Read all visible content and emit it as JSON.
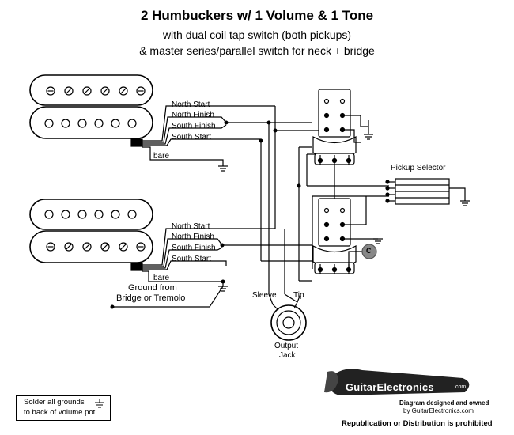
{
  "header": {
    "title": "2 Humbuckers w/ 1 Volume & 1 Tone",
    "subtitle1": "with dual coil tap switch (both pickups)",
    "subtitle2": "& master series/parallel switch for neck + bridge"
  },
  "neck_pickup": {
    "wires": [
      "North Start",
      "North Finish",
      "South Finish",
      "South Start"
    ],
    "bare": "bare"
  },
  "bridge_pickup": {
    "wires": [
      "North Start",
      "North Finish",
      "South Finish",
      "South Start"
    ],
    "bare": "bare",
    "ground_line1": "Ground from",
    "ground_line2": "Bridge or Tremolo"
  },
  "pickup_selector": {
    "label": "Pickup Selector"
  },
  "tone_cap": {
    "label": "C"
  },
  "output_jack": {
    "sleeve": "Sleeve",
    "tip": "Tip",
    "label1": "Output",
    "label2": "Jack"
  },
  "legend": {
    "line1": "Solder all grounds",
    "line2": "to back of volume pot"
  },
  "logo": {
    "brand": "GuitarElectronics",
    "suffix": ".com",
    "line1": "Diagram designed and owned",
    "line2": "by GuitarElectronics.com",
    "notice": "Republication or Distribution is prohibited"
  }
}
